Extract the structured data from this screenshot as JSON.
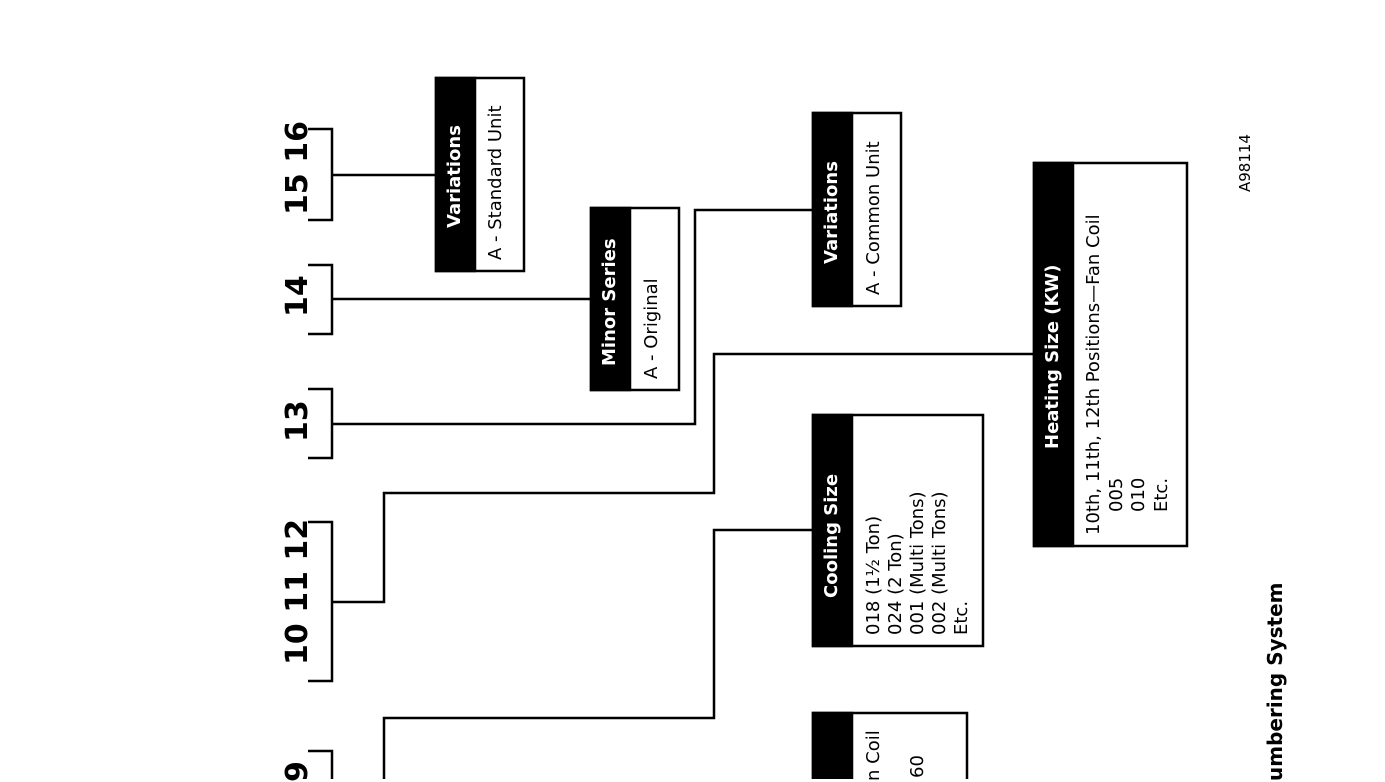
{
  "positions": {
    "p15_16": "15 16",
    "p14": "14",
    "p13": "13",
    "p10_12": "10 11 12",
    "p9": "9"
  },
  "boxes": {
    "variations_standard": {
      "header": "Variations",
      "lines": [
        "A - Standard Unit"
      ]
    },
    "minor_series": {
      "header": "Minor Series",
      "lines": [
        "A - Original"
      ]
    },
    "variations_common": {
      "header": "Variations",
      "lines": [
        "A - Common Unit"
      ]
    },
    "heating_size": {
      "header": "Heating Size (KW)",
      "lines": [
        "10th, 11th, 12th Positions—Fan Coil",
        "005",
        "010",
        "Etc."
      ]
    },
    "cooling_size": {
      "header": "Cooling Size",
      "lines": [
        "018 (1½ Ton)",
        "024 (2 Ton)",
        "001 (Multi Tons)",
        "002 (Multi Tons)",
        "Etc."
      ]
    },
    "fan_coil_partial": {
      "lines": [
        "n Coil",
        "60"
      ]
    }
  },
  "figure_id": "A98114",
  "title_partial": "umbering System"
}
